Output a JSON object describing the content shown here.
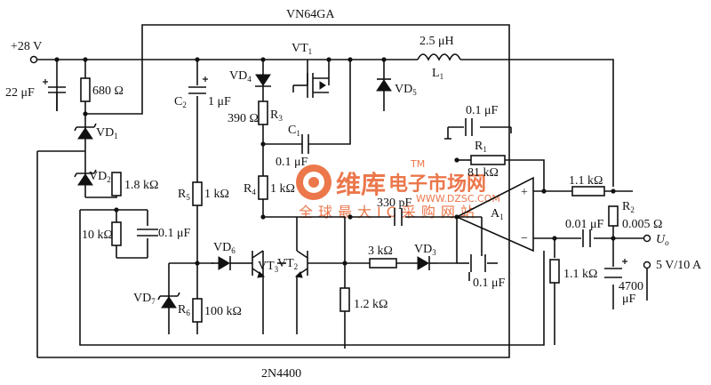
{
  "labels": {
    "supply": "+28 V",
    "vn64ga": "VN64GA",
    "n2n4400": "2N4400",
    "vt1": "VT",
    "vt1_sub": "1",
    "l_val": "2.5 μH",
    "l1": "L",
    "l1_sub": "1",
    "vd4": "VD",
    "vd4_sub": "4",
    "vd5": "VD",
    "vd5_sub": "5",
    "vd1": "VD",
    "vd1_sub": "1",
    "vd2": "VD",
    "vd2_sub": "2",
    "vd3": "VD",
    "vd3_sub": "3",
    "vd6": "VD",
    "vd6_sub": "6",
    "vd7": "VD",
    "vd7_sub": "7",
    "c_22uf": "22 μF",
    "r_680": "680 Ω",
    "c2": "C",
    "c2_sub": "2",
    "c2_val": "1 μF",
    "r3_val": "390 Ω",
    "r3": "R",
    "r3_sub": "3",
    "c1": "C",
    "c1_sub": "1",
    "c1_val": "0.1 μF",
    "r4": "R",
    "r4_sub": "4",
    "r4_val": "1 kΩ",
    "r5": "R",
    "r5_sub": "5",
    "r5_val": "1 kΩ",
    "r_1_8k": "1.8 kΩ",
    "r_10k": "10 kΩ",
    "c_01_left": "0.1 μF",
    "r6": "R",
    "r6_sub": "6",
    "r6_val": "100 kΩ",
    "vt3": "VT",
    "vt3_sub": "3",
    "vt2": "VT",
    "vt2_sub": "2",
    "c_330p": "330 pF",
    "r_3k": "3 kΩ",
    "r_1_2k": "1.2 kΩ",
    "c_01_top": "0.1 μF",
    "r1": "R",
    "r1_sub": "1",
    "r1_val": "81 kΩ",
    "a1": "A",
    "a1_sub": "1",
    "plus": "+",
    "minus": "−",
    "r_1_1k_top": "1.1 kΩ",
    "r2": "R",
    "r2_sub": "2",
    "r2_val": "0.005 Ω",
    "c_001": "0.01 μF",
    "uo": "U",
    "uo_sub": "o",
    "out_spec": "5 V/10 A",
    "r_1_1k_bot": "1.1 kΩ",
    "c_4700": "4700",
    "c_4700_unit": "μF",
    "c_01_bot": "0.1 μF"
  },
  "watermark": {
    "brand1": "维库",
    "brand2": "电子市场网",
    "tm": "TM",
    "url": "WWW.DZSC.COM",
    "slogan": "全球最大IC采购网站"
  },
  "colors": {
    "ink": "#111111",
    "watermark": "#e8602c"
  }
}
